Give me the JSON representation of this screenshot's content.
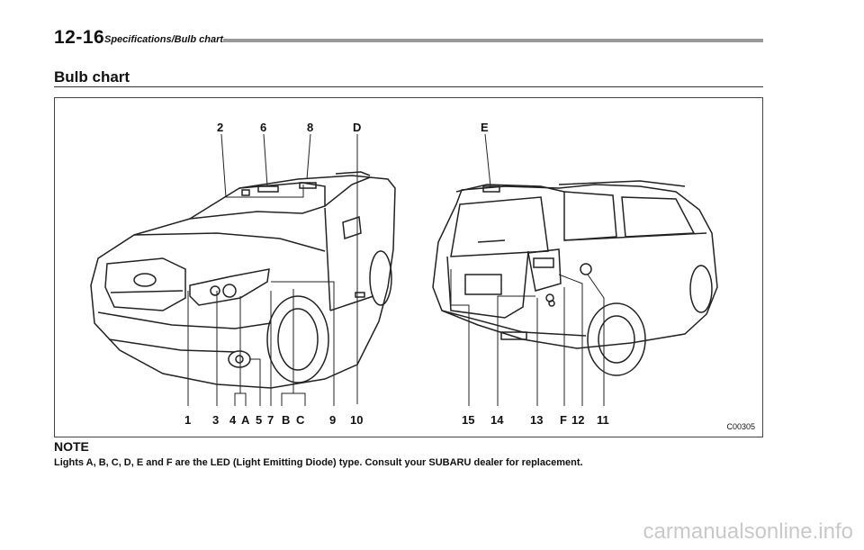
{
  "header": {
    "page_number": "12-16",
    "section": "Specifications/Bulb chart"
  },
  "heading": "Bulb chart",
  "figure": {
    "code": "C00305",
    "top_labels": [
      "2",
      "6",
      "8",
      "D",
      "E"
    ],
    "bottom_labels": [
      "1",
      "3",
      "4",
      "A",
      "5",
      "7",
      "B",
      "C",
      "9",
      "10",
      "15",
      "14",
      "13",
      "F",
      "12",
      "11"
    ]
  },
  "note": {
    "title": "NOTE",
    "text": "Lights A, B, C, D, E and F are the LED (Light Emitting Diode) type. Consult your SUBARU dealer for replacement."
  },
  "watermark": "carmanualsonline.info"
}
